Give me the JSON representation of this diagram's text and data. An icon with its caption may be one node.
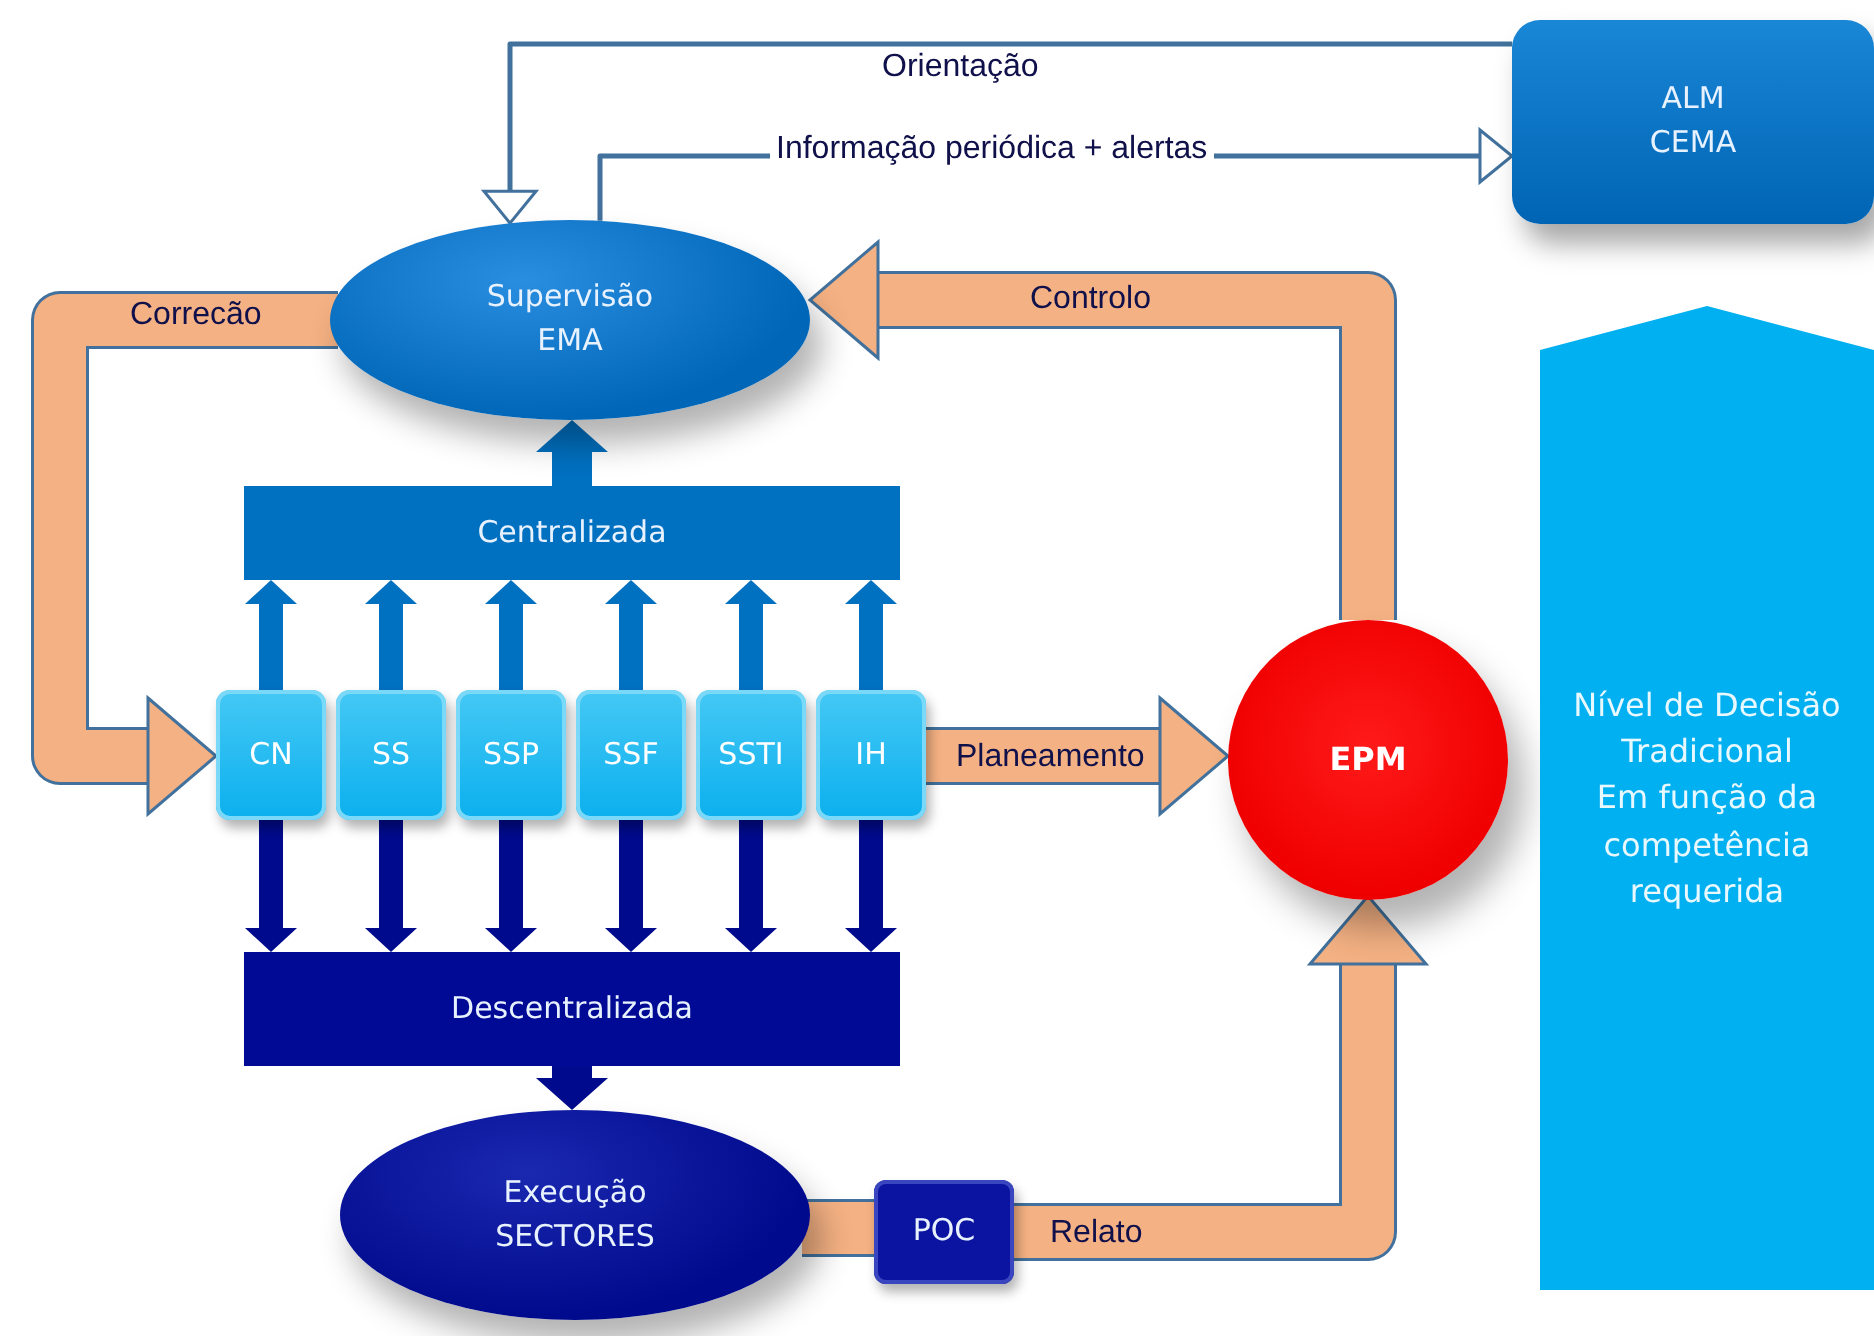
{
  "diagram": {
    "nodes": [
      {
        "text": [
          "ALM CEMA"
        ]
      },
      {
        "text": [
          "Supervisão EMA"
        ]
      },
      {
        "text": [
          "Centralizada"
        ]
      },
      {
        "text": [
          "CN"
        ]
      },
      {
        "text": [
          "SS"
        ]
      },
      {
        "text": [
          "SSP"
        ]
      },
      {
        "text": [
          "SSF"
        ]
      },
      {
        "text": [
          "SSTI"
        ]
      },
      {
        "text": [
          "IH"
        ]
      },
      {
        "text": [
          "EPM"
        ]
      },
      {
        "text": [
          "Descentralizada"
        ]
      },
      {
        "text": [
          "Execução SECTORES"
        ]
      },
      {
        "text": [
          "POC"
        ]
      },
      {
        "text": [
          "Nível de Decisão Tradicional",
          "Em função da competência requerida"
        ]
      }
    ],
    "edges": [
      {
        "from": 0,
        "to": 1,
        "arrow": "to",
        "label": "Orientação"
      },
      {
        "from": 1,
        "to": 0,
        "arrow": "to",
        "label": "Informação periódica + alertas"
      },
      {
        "from": 1,
        "to": 3,
        "arrow": "to",
        "label": "Correcão",
        "style": "thick",
        "color": "#f4b183"
      },
      {
        "from": 9,
        "to": 1,
        "arrow": "to",
        "label": "Controlo",
        "style": "thick",
        "color": "#f4b183"
      },
      {
        "from": 8,
        "to": 9,
        "arrow": "to",
        "label": "Planeamento",
        "style": "thick",
        "color": "#f4b183"
      },
      {
        "from": 11,
        "to": 12,
        "arrow": "none",
        "style": "thick",
        "color": "#f4b183"
      },
      {
        "from": 12,
        "to": 9,
        "arrow": "to",
        "label": "Relato",
        "style": "thick",
        "color": "#f4b183"
      },
      {
        "from": 2,
        "to": 1,
        "arrow": "to",
        "color": "#0070c0"
      },
      {
        "from": 3,
        "to": 2,
        "arrow": "to",
        "color": "#0070c0"
      },
      {
        "from": 4,
        "to": 2,
        "arrow": "to",
        "color": "#0070c0"
      },
      {
        "from": 5,
        "to": 2,
        "arrow": "to",
        "color": "#0070c0"
      },
      {
        "from": 6,
        "to": 2,
        "arrow": "to",
        "color": "#0070c0"
      },
      {
        "from": 7,
        "to": 2,
        "arrow": "to",
        "color": "#0070c0"
      },
      {
        "from": 8,
        "to": 2,
        "arrow": "to",
        "color": "#0070c0"
      },
      {
        "from": 3,
        "to": 10,
        "arrow": "to",
        "color": "#000a8c"
      },
      {
        "from": 4,
        "to": 10,
        "arrow": "to",
        "color": "#000a8c"
      },
      {
        "from": 5,
        "to": 10,
        "arrow": "to",
        "color": "#000a8c"
      },
      {
        "from": 6,
        "to": 10,
        "arrow": "to",
        "color": "#000a8c"
      },
      {
        "from": 7,
        "to": 10,
        "arrow": "to",
        "color": "#000a8c"
      },
      {
        "from": 8,
        "to": 10,
        "arrow": "to",
        "color": "#000a8c"
      },
      {
        "from": 10,
        "to": 11,
        "arrow": "to",
        "color": "#000a8c"
      }
    ]
  }
}
